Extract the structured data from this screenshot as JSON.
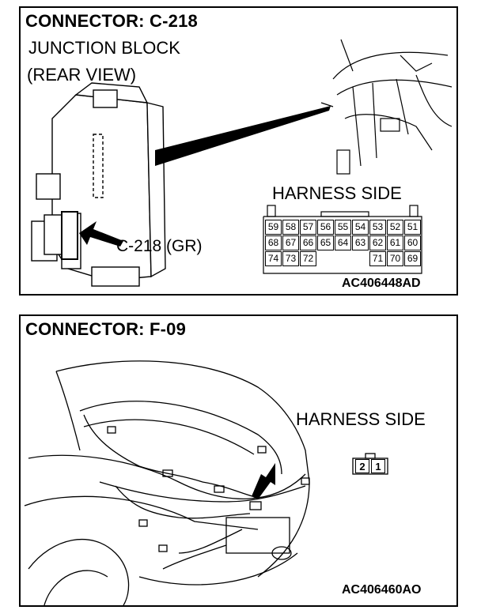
{
  "panel1": {
    "title": "CONNECTOR: C-218",
    "subtitle_line1": "JUNCTION BLOCK",
    "subtitle_line2": "(REAR VIEW)",
    "harness_label": "HARNESS SIDE",
    "callout": "C-218 (GR)",
    "ref_code": "AC406448AD",
    "connector_rows": [
      [
        "59",
        "58",
        "57",
        "56",
        "55",
        "54",
        "53",
        "52",
        "51"
      ],
      [
        "68",
        "67",
        "66",
        "65",
        "64",
        "63",
        "62",
        "61",
        "60"
      ],
      [
        "74",
        "73",
        "72",
        "",
        "",
        "",
        "71",
        "70",
        "69"
      ]
    ]
  },
  "panel2": {
    "title": "CONNECTOR: F-09",
    "harness_label": "HARNESS SIDE",
    "ref_code": "AC406460AO",
    "connector_pins": [
      "2",
      "1"
    ]
  }
}
